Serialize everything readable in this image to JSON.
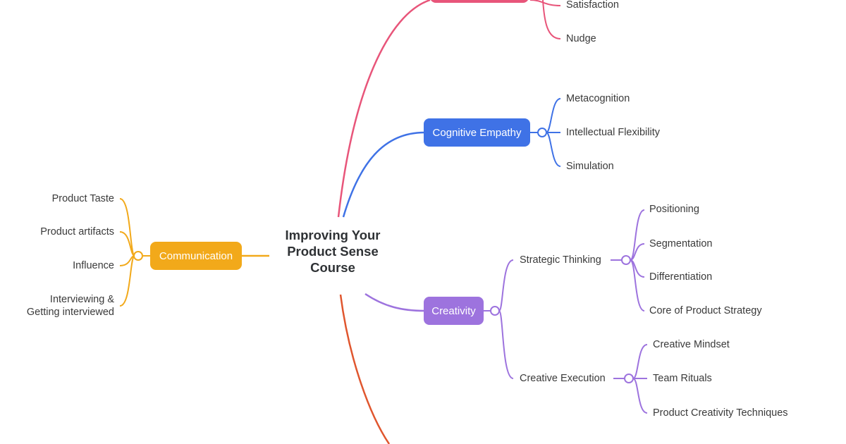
{
  "central_topic": {
    "lines": [
      "Improving Your",
      "Product Sense",
      "Course"
    ]
  },
  "branches": {
    "top_partial": {
      "color": "#e8557a",
      "children": [
        "Satisfaction",
        "Nudge"
      ]
    },
    "cognitive_empathy": {
      "label": "Cognitive Empathy",
      "color": "#3f72e6",
      "children": [
        "Metacognition",
        "Intellectual Flexibility",
        "Simulation"
      ]
    },
    "communication": {
      "label": "Communication",
      "color": "#f2a91a",
      "children": [
        "Product Taste",
        "Product artifacts",
        "Influence",
        "Interviewing &\nGetting interviewed"
      ]
    },
    "creativity": {
      "label": "Creativity",
      "color": "#9d73de",
      "sub_branches": {
        "strategic_thinking": {
          "label": "Strategic Thinking",
          "children": [
            "Positioning",
            "Segmentation",
            "Differentiation",
            "Core of Product Strategy"
          ]
        },
        "creative_execution": {
          "label": "Creative Execution",
          "children": [
            "Creative Mindset",
            "Team Rituals",
            "Product Creativity Techniques"
          ]
        }
      }
    },
    "bottom_partial": {
      "color": "#e0562e"
    }
  }
}
